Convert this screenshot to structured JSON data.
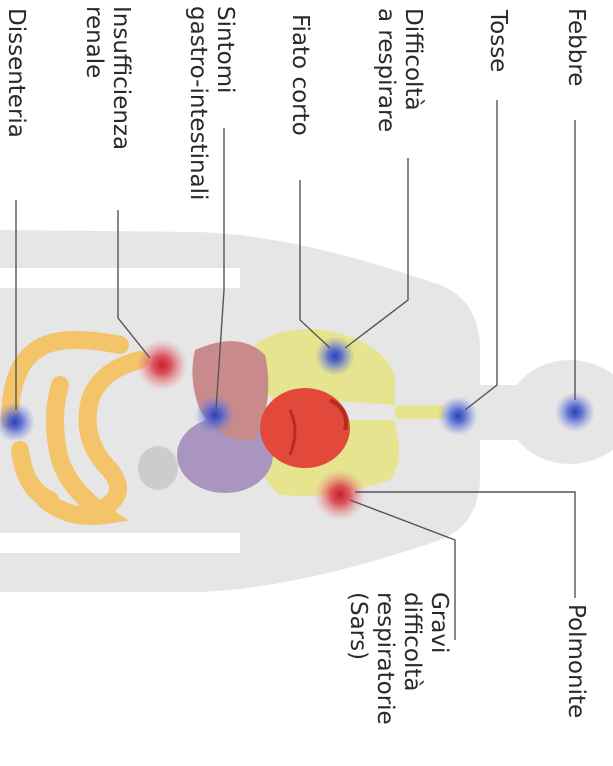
{
  "labels": {
    "fever": "Febbre",
    "cough": "Tosse",
    "breathing_difficulty": "Difficoltà\na respirare",
    "shortness_of_breath": "Fiato corto",
    "gastrointestinal": "Sintomi\ngastro-intestinali",
    "kidney_failure": "Insufficienza\nrenale",
    "dysentery": "Dissenteria",
    "pneumonia": "Polmonite",
    "severe_respiratory": "Gravi\ndifficoltà\nrespiratorie\n(Sars)"
  },
  "colors": {
    "silhouette": "#e6e6e6",
    "lungs": "#e7e48f",
    "heart": "#e2493b",
    "liver": "#c98a8c",
    "stomach": "#a995bf",
    "intestine": "#f4c46a",
    "kidney": "#cccccc",
    "blue_marker": "#3f51c8",
    "red_marker": "#d4323c",
    "leader_line": "#555555",
    "text": "#2a2a2a"
  }
}
